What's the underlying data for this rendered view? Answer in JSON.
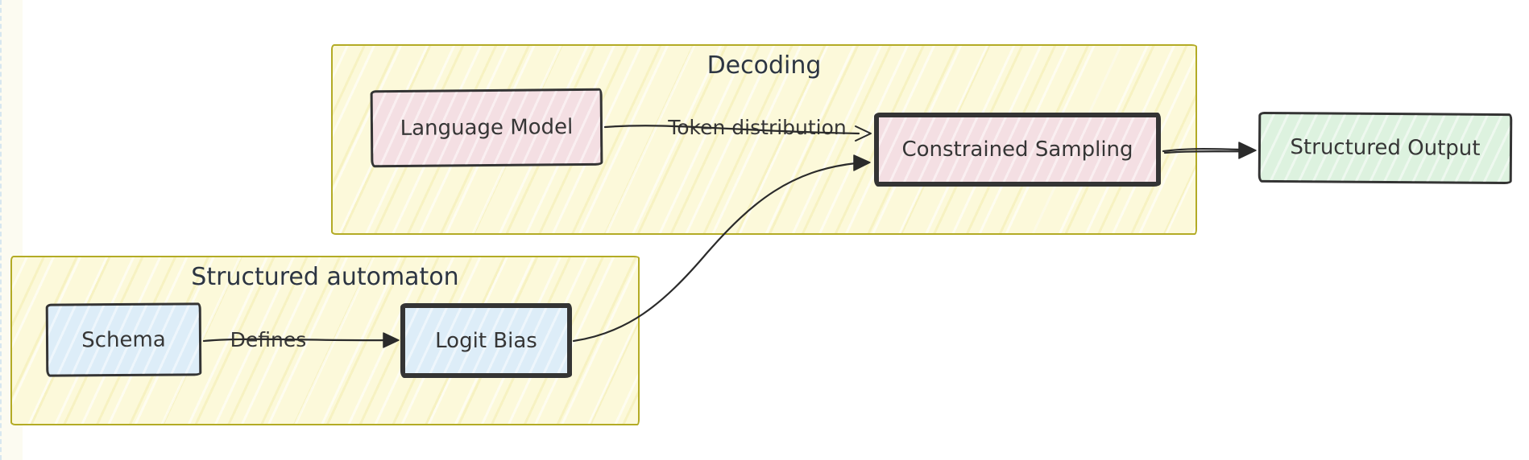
{
  "diagram": {
    "containers": {
      "decoding": {
        "title": "Decoding"
      },
      "structured_automaton": {
        "title": "Structured automaton"
      }
    },
    "nodes": {
      "language_model": {
        "label": "Language Model",
        "fill": "#f4dfe3",
        "emphasis": "normal"
      },
      "constrained_sampling": {
        "label": "Constrained Sampling",
        "fill": "#f4dfe3",
        "emphasis": "bold-border"
      },
      "structured_output": {
        "label": "Structured Output",
        "fill": "#ddf2df",
        "emphasis": "normal"
      },
      "schema": {
        "label": "Schema",
        "fill": "#ddedf8",
        "emphasis": "normal"
      },
      "logit_bias": {
        "label": "Logit Bias",
        "fill": "#ddedf8",
        "emphasis": "bold-border"
      }
    },
    "edges": {
      "token_distribution": {
        "label": "Token distribution",
        "from": "language_model",
        "to": "constrained_sampling"
      },
      "sampling_to_output": {
        "label": "",
        "from": "constrained_sampling",
        "to": "structured_output"
      },
      "defines": {
        "label": "Defines",
        "from": "schema",
        "to": "logit_bias"
      },
      "bias_to_sampling": {
        "label": "",
        "from": "logit_bias",
        "to": "constrained_sampling"
      }
    },
    "colors": {
      "container_fill": "#fcf9da",
      "container_border": "#b3ab25",
      "pink_fill": "#f4dfe3",
      "blue_fill": "#ddedf8",
      "green_fill": "#ddf2df",
      "node_border": "#343434",
      "line": "#2b2b2b",
      "title_text": "#2c3542",
      "label_text": "#363636"
    }
  }
}
